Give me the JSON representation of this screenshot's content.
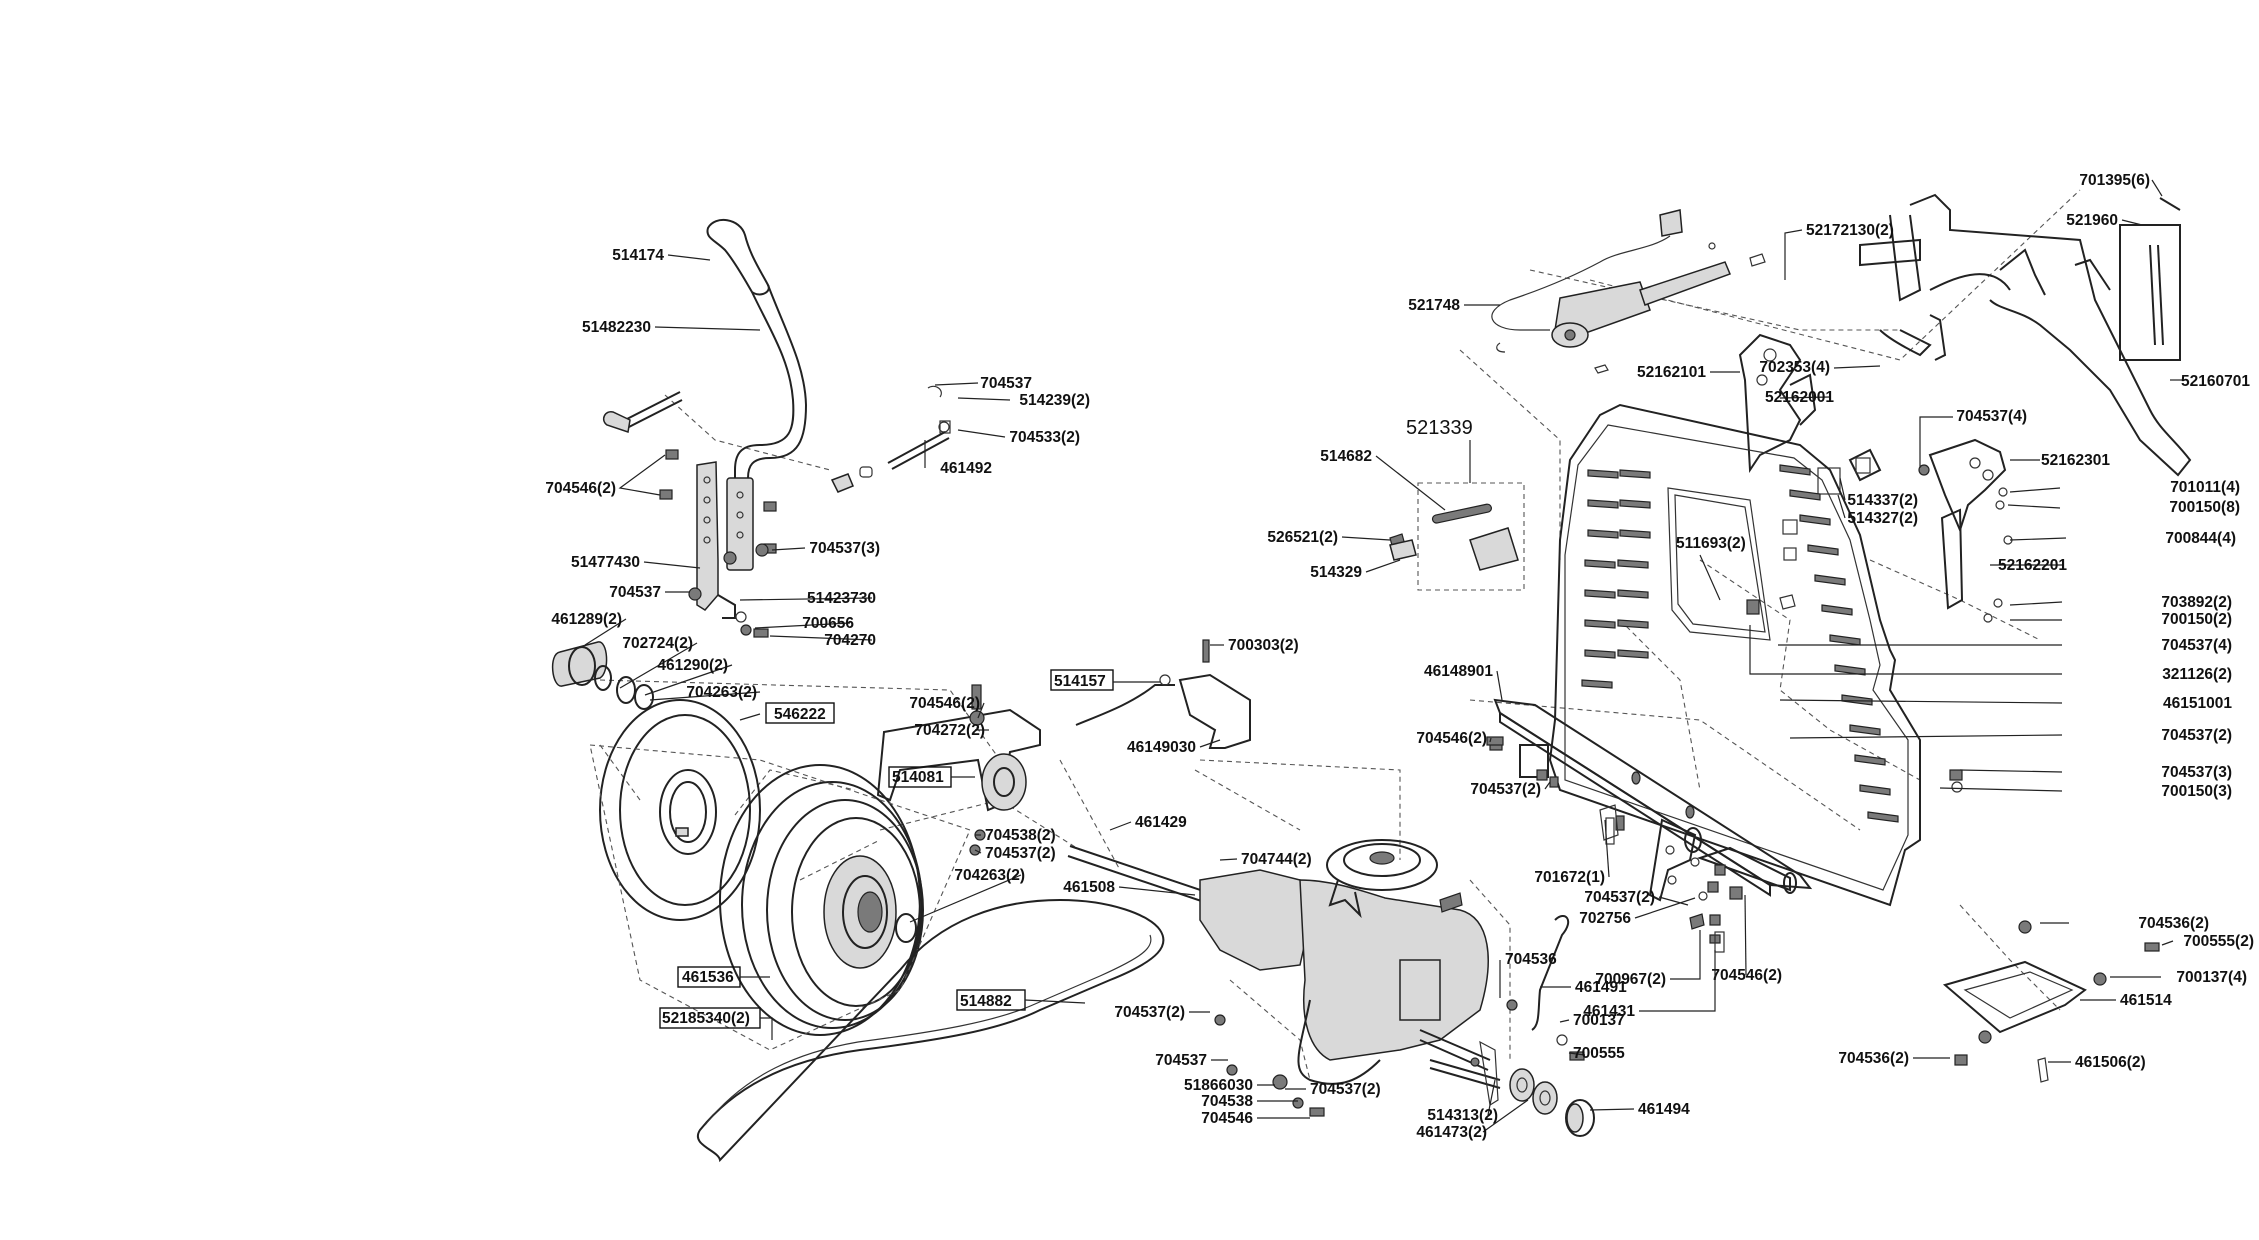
{
  "diagram": {
    "group_label": "521339",
    "labels": [
      {
        "id": "l01",
        "text": "701395(6)"
      },
      {
        "id": "l02",
        "text": "521960"
      },
      {
        "id": "l03",
        "text": "52172130(2)"
      },
      {
        "id": "l04",
        "text": "521748"
      },
      {
        "id": "l05",
        "text": "52162101"
      },
      {
        "id": "l06",
        "text": "702353(4)"
      },
      {
        "id": "l07",
        "text": "52162001"
      },
      {
        "id": "l08",
        "text": "52160701"
      },
      {
        "id": "l09",
        "text": "514174"
      },
      {
        "id": "l10",
        "text": "51482230"
      },
      {
        "id": "l11",
        "text": "704537"
      },
      {
        "id": "l12",
        "text": "514239(2)"
      },
      {
        "id": "l13",
        "text": "704533(2)"
      },
      {
        "id": "l14",
        "text": "461492"
      },
      {
        "id": "l15",
        "text": "514682"
      },
      {
        "id": "l16",
        "text": "704537(4)"
      },
      {
        "id": "l17",
        "text": "52162301"
      },
      {
        "id": "l18",
        "text": "514337(2)"
      },
      {
        "id": "l19",
        "text": "701011(4)"
      },
      {
        "id": "l20",
        "text": "514327(2)"
      },
      {
        "id": "l21",
        "text": "700150(8)"
      },
      {
        "id": "l22",
        "text": "704546(2)"
      },
      {
        "id": "l23",
        "text": "704537(3)"
      },
      {
        "id": "l24",
        "text": "526521(2)"
      },
      {
        "id": "l25",
        "text": "700844(4)"
      },
      {
        "id": "l26",
        "text": "511693(2)"
      },
      {
        "id": "l27",
        "text": "51477430"
      },
      {
        "id": "l28",
        "text": "514329"
      },
      {
        "id": "l29",
        "text": "52162201"
      },
      {
        "id": "l30",
        "text": "704537"
      },
      {
        "id": "l31",
        "text": "51423730"
      },
      {
        "id": "l32",
        "text": "703892(2)"
      },
      {
        "id": "l33",
        "text": "461289(2)"
      },
      {
        "id": "l34",
        "text": "700656"
      },
      {
        "id": "l35",
        "text": "700150(2)"
      },
      {
        "id": "l36",
        "text": "702724(2)"
      },
      {
        "id": "l37",
        "text": "704270"
      },
      {
        "id": "l38",
        "text": "700303(2)"
      },
      {
        "id": "l39",
        "text": "704537(4)"
      },
      {
        "id": "l40",
        "text": "461290(2)"
      },
      {
        "id": "l41",
        "text": "321126(2)"
      },
      {
        "id": "l42",
        "text": "46148901"
      },
      {
        "id": "l43",
        "text": "514157"
      },
      {
        "id": "l44",
        "text": "704263(2)"
      },
      {
        "id": "l45",
        "text": "46151001"
      },
      {
        "id": "l46",
        "text": "546222"
      },
      {
        "id": "l47",
        "text": "704546(2)"
      },
      {
        "id": "l48",
        "text": "704272(2)"
      },
      {
        "id": "l49",
        "text": "46149030"
      },
      {
        "id": "l50",
        "text": "704546(2)"
      },
      {
        "id": "l51",
        "text": "704537(2)"
      },
      {
        "id": "l52",
        "text": "704537(3)"
      },
      {
        "id": "l53",
        "text": "514081"
      },
      {
        "id": "l54",
        "text": "704537(2)"
      },
      {
        "id": "l55",
        "text": "700150(3)"
      },
      {
        "id": "l56",
        "text": "461429"
      },
      {
        "id": "l57",
        "text": "704538(2)"
      },
      {
        "id": "l58",
        "text": "704537(2)"
      },
      {
        "id": "l59",
        "text": "704744(2)"
      },
      {
        "id": "l60",
        "text": "701672(1)"
      },
      {
        "id": "l61",
        "text": "704263(2)"
      },
      {
        "id": "l62",
        "text": "461508"
      },
      {
        "id": "l63",
        "text": "704537(2)"
      },
      {
        "id": "l64",
        "text": "704536(2)"
      },
      {
        "id": "l65",
        "text": "700555(2)"
      },
      {
        "id": "l66",
        "text": "702756"
      },
      {
        "id": "l67",
        "text": "704536"
      },
      {
        "id": "l68",
        "text": "700137(4)"
      },
      {
        "id": "l69",
        "text": "461536"
      },
      {
        "id": "l70",
        "text": "700967(2)"
      },
      {
        "id": "l71",
        "text": "704546(2)"
      },
      {
        "id": "l72",
        "text": "461491"
      },
      {
        "id": "l73",
        "text": "514882"
      },
      {
        "id": "l74",
        "text": "461514"
      },
      {
        "id": "l75",
        "text": "461431"
      },
      {
        "id": "l76",
        "text": "52185340(2)"
      },
      {
        "id": "l77",
        "text": "704537(2)"
      },
      {
        "id": "l78",
        "text": "700137"
      },
      {
        "id": "l79",
        "text": "704536(2)"
      },
      {
        "id": "l80",
        "text": "461506(2)"
      },
      {
        "id": "l81",
        "text": "704537"
      },
      {
        "id": "l82",
        "text": "700555"
      },
      {
        "id": "l83",
        "text": "51866030"
      },
      {
        "id": "l84",
        "text": "704537(2)"
      },
      {
        "id": "l85",
        "text": "704538"
      },
      {
        "id": "l86",
        "text": "461494"
      },
      {
        "id": "l87",
        "text": "514313(2)"
      },
      {
        "id": "l88",
        "text": "704546"
      },
      {
        "id": "l89",
        "text": "461473(2)"
      }
    ]
  }
}
